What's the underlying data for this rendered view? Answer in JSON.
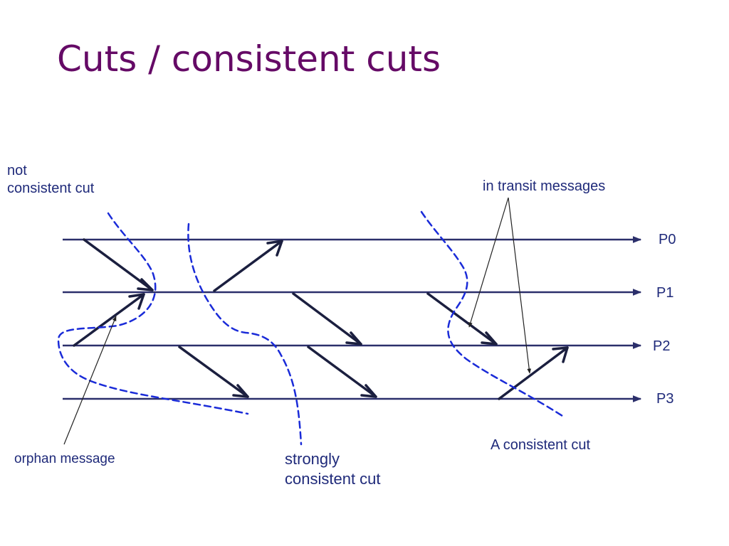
{
  "slide": {
    "title": "Cuts / consistent cuts"
  },
  "processes": [
    "P0",
    "P1",
    "P2",
    "P3"
  ],
  "labels": {
    "not_consistent_line1": "not",
    "not_consistent_line2": "consistent cut",
    "in_transit": "in transit messages",
    "orphan": "orphan message",
    "strongly_line1": "strongly",
    "strongly_line2": "consistent cut",
    "a_consistent": "A consistent cut"
  },
  "colors": {
    "title": "#650a66",
    "timeline": "#2b2f6b",
    "message": "#1b1f3f",
    "cut": "#1a2bd8",
    "label": "#1f2a7a",
    "pointer": "#222222"
  }
}
